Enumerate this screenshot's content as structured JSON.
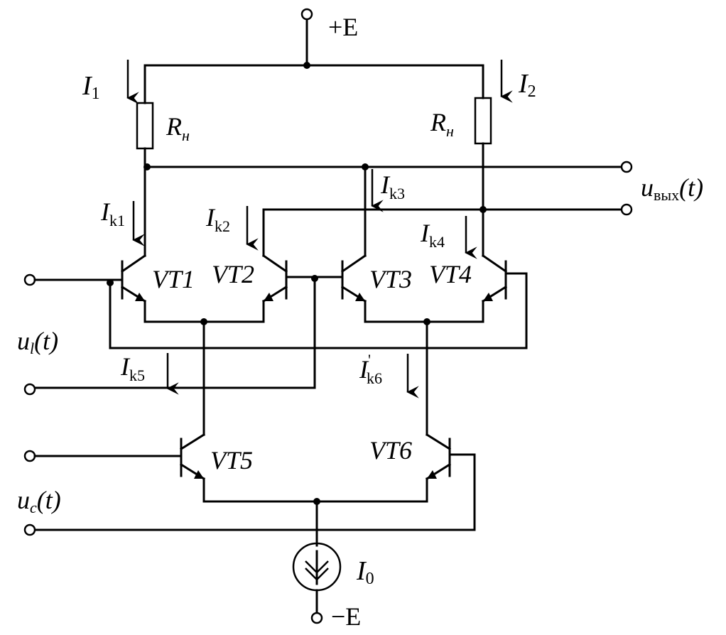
{
  "labels": {
    "supply_pos": "+E",
    "supply_neg": "−E",
    "i1": "I",
    "i1_sub": "1",
    "i2": "I",
    "i2_sub": "2",
    "rn_left": "R",
    "rn_left_sub": "н",
    "rn_right": "R",
    "rn_right_sub": "н",
    "ik1": "I",
    "ik1_sub": "k1",
    "ik2": "I",
    "ik2_sub": "k2",
    "ik3": "I",
    "ik3_sub": "k3",
    "ik4": "I",
    "ik4_sub": "k4",
    "ik5": "I",
    "ik5_sub": "k5",
    "ik6": "I",
    "ik6_sub": "k6",
    "ik6_prime": "'",
    "vt1": "VT1",
    "vt2": "VT2",
    "vt3": "VT3",
    "vt4": "VT4",
    "vt5": "VT5",
    "vt6": "VT6",
    "u_out": "u",
    "u_out_sub": "вых",
    "u_out_arg": "(t)",
    "u_l": "u",
    "u_l_sub": "l",
    "u_l_arg": "(t)",
    "u_c": "u",
    "u_c_sub": "c",
    "u_c_arg": "(t)",
    "i0": "I",
    "i0_sub": "0"
  }
}
